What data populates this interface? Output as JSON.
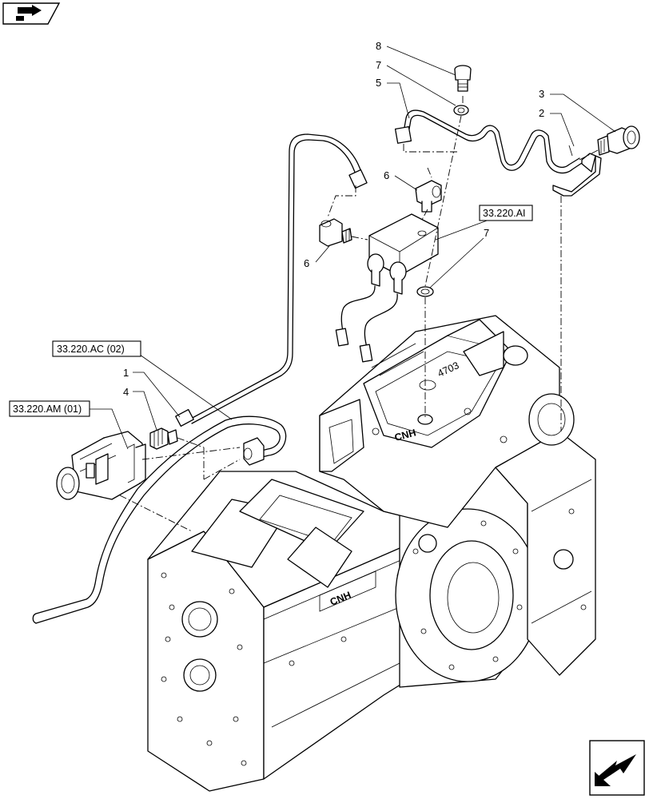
{
  "callouts": {
    "n1": "1",
    "n2": "2",
    "n3": "3",
    "n4": "4",
    "n5": "5",
    "n6a": "6",
    "n6b": "6",
    "n7a": "7",
    "n7b": "7",
    "n8": "8"
  },
  "references": {
    "ac": "33.220.AC (02)",
    "am": "33.220.AM (01)",
    "ai": "33.220.AI"
  },
  "icons": {
    "top_left": "forward-arrow-icon",
    "bottom_right": "return-arrow-icon"
  }
}
